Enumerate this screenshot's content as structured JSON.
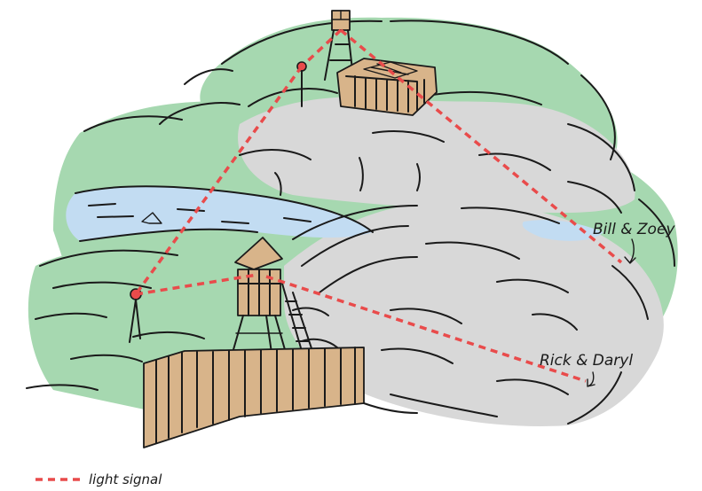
{
  "labels": {
    "group_a": "Bill & Zoey",
    "group_b": "Rick & Daryl"
  },
  "legend": {
    "item": "light signal",
    "color": "#e94b4b"
  },
  "colors": {
    "grass": "#a6d8b0",
    "rock": "#d8d8d8",
    "water": "#c2dcf2",
    "wood": "#d8b48a",
    "signal": "#e94b4b"
  }
}
